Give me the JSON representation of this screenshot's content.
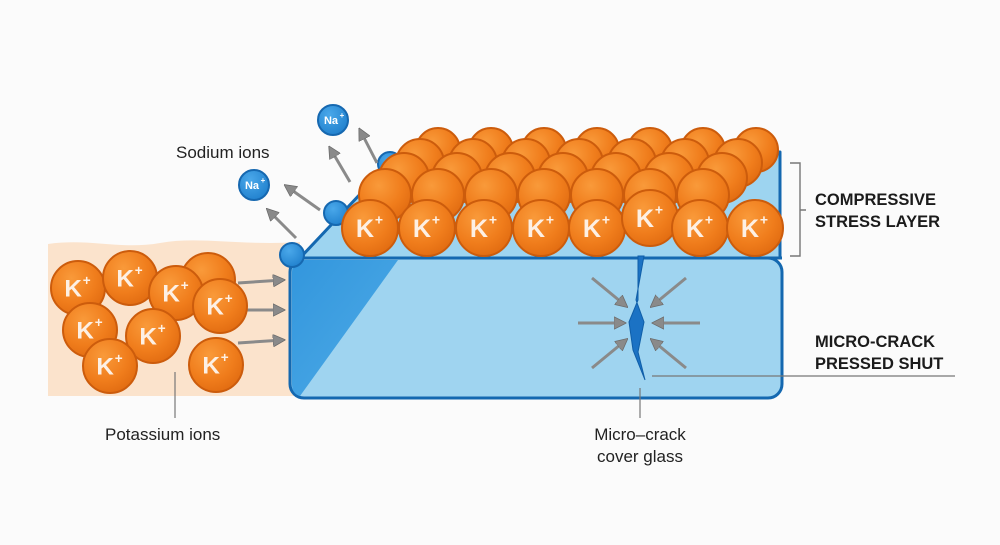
{
  "diagram": {
    "title": "Ion exchange strengthening of cover glass",
    "labels": {
      "sodium_ions": "Sodium ions",
      "potassium_ions": "Potassium ions",
      "compressive_line1": "COMPRESSIVE",
      "compressive_line2": "STRESS LAYER",
      "microcrack_shut_line1": "MICRO-CRACK",
      "microcrack_shut_line2": "PRESSED SHUT",
      "microcrack_glass_line1": "Micro–crack",
      "microcrack_glass_line2": "cover glass"
    },
    "ions": {
      "potassium_symbol": "K",
      "potassium_charge": "+",
      "sodium_symbol": "Na",
      "sodium_charge": "+"
    },
    "colors": {
      "potassium": "#f07d1c",
      "potassium_edge": "#d0600e",
      "sodium": "#2b8fd6",
      "glass_front": "#9dd4f0",
      "glass_side": "#3a9ee0",
      "glass_edge": "#1468b0",
      "bath": "#fbe3cc",
      "arrow": "#8a8a8a"
    }
  }
}
